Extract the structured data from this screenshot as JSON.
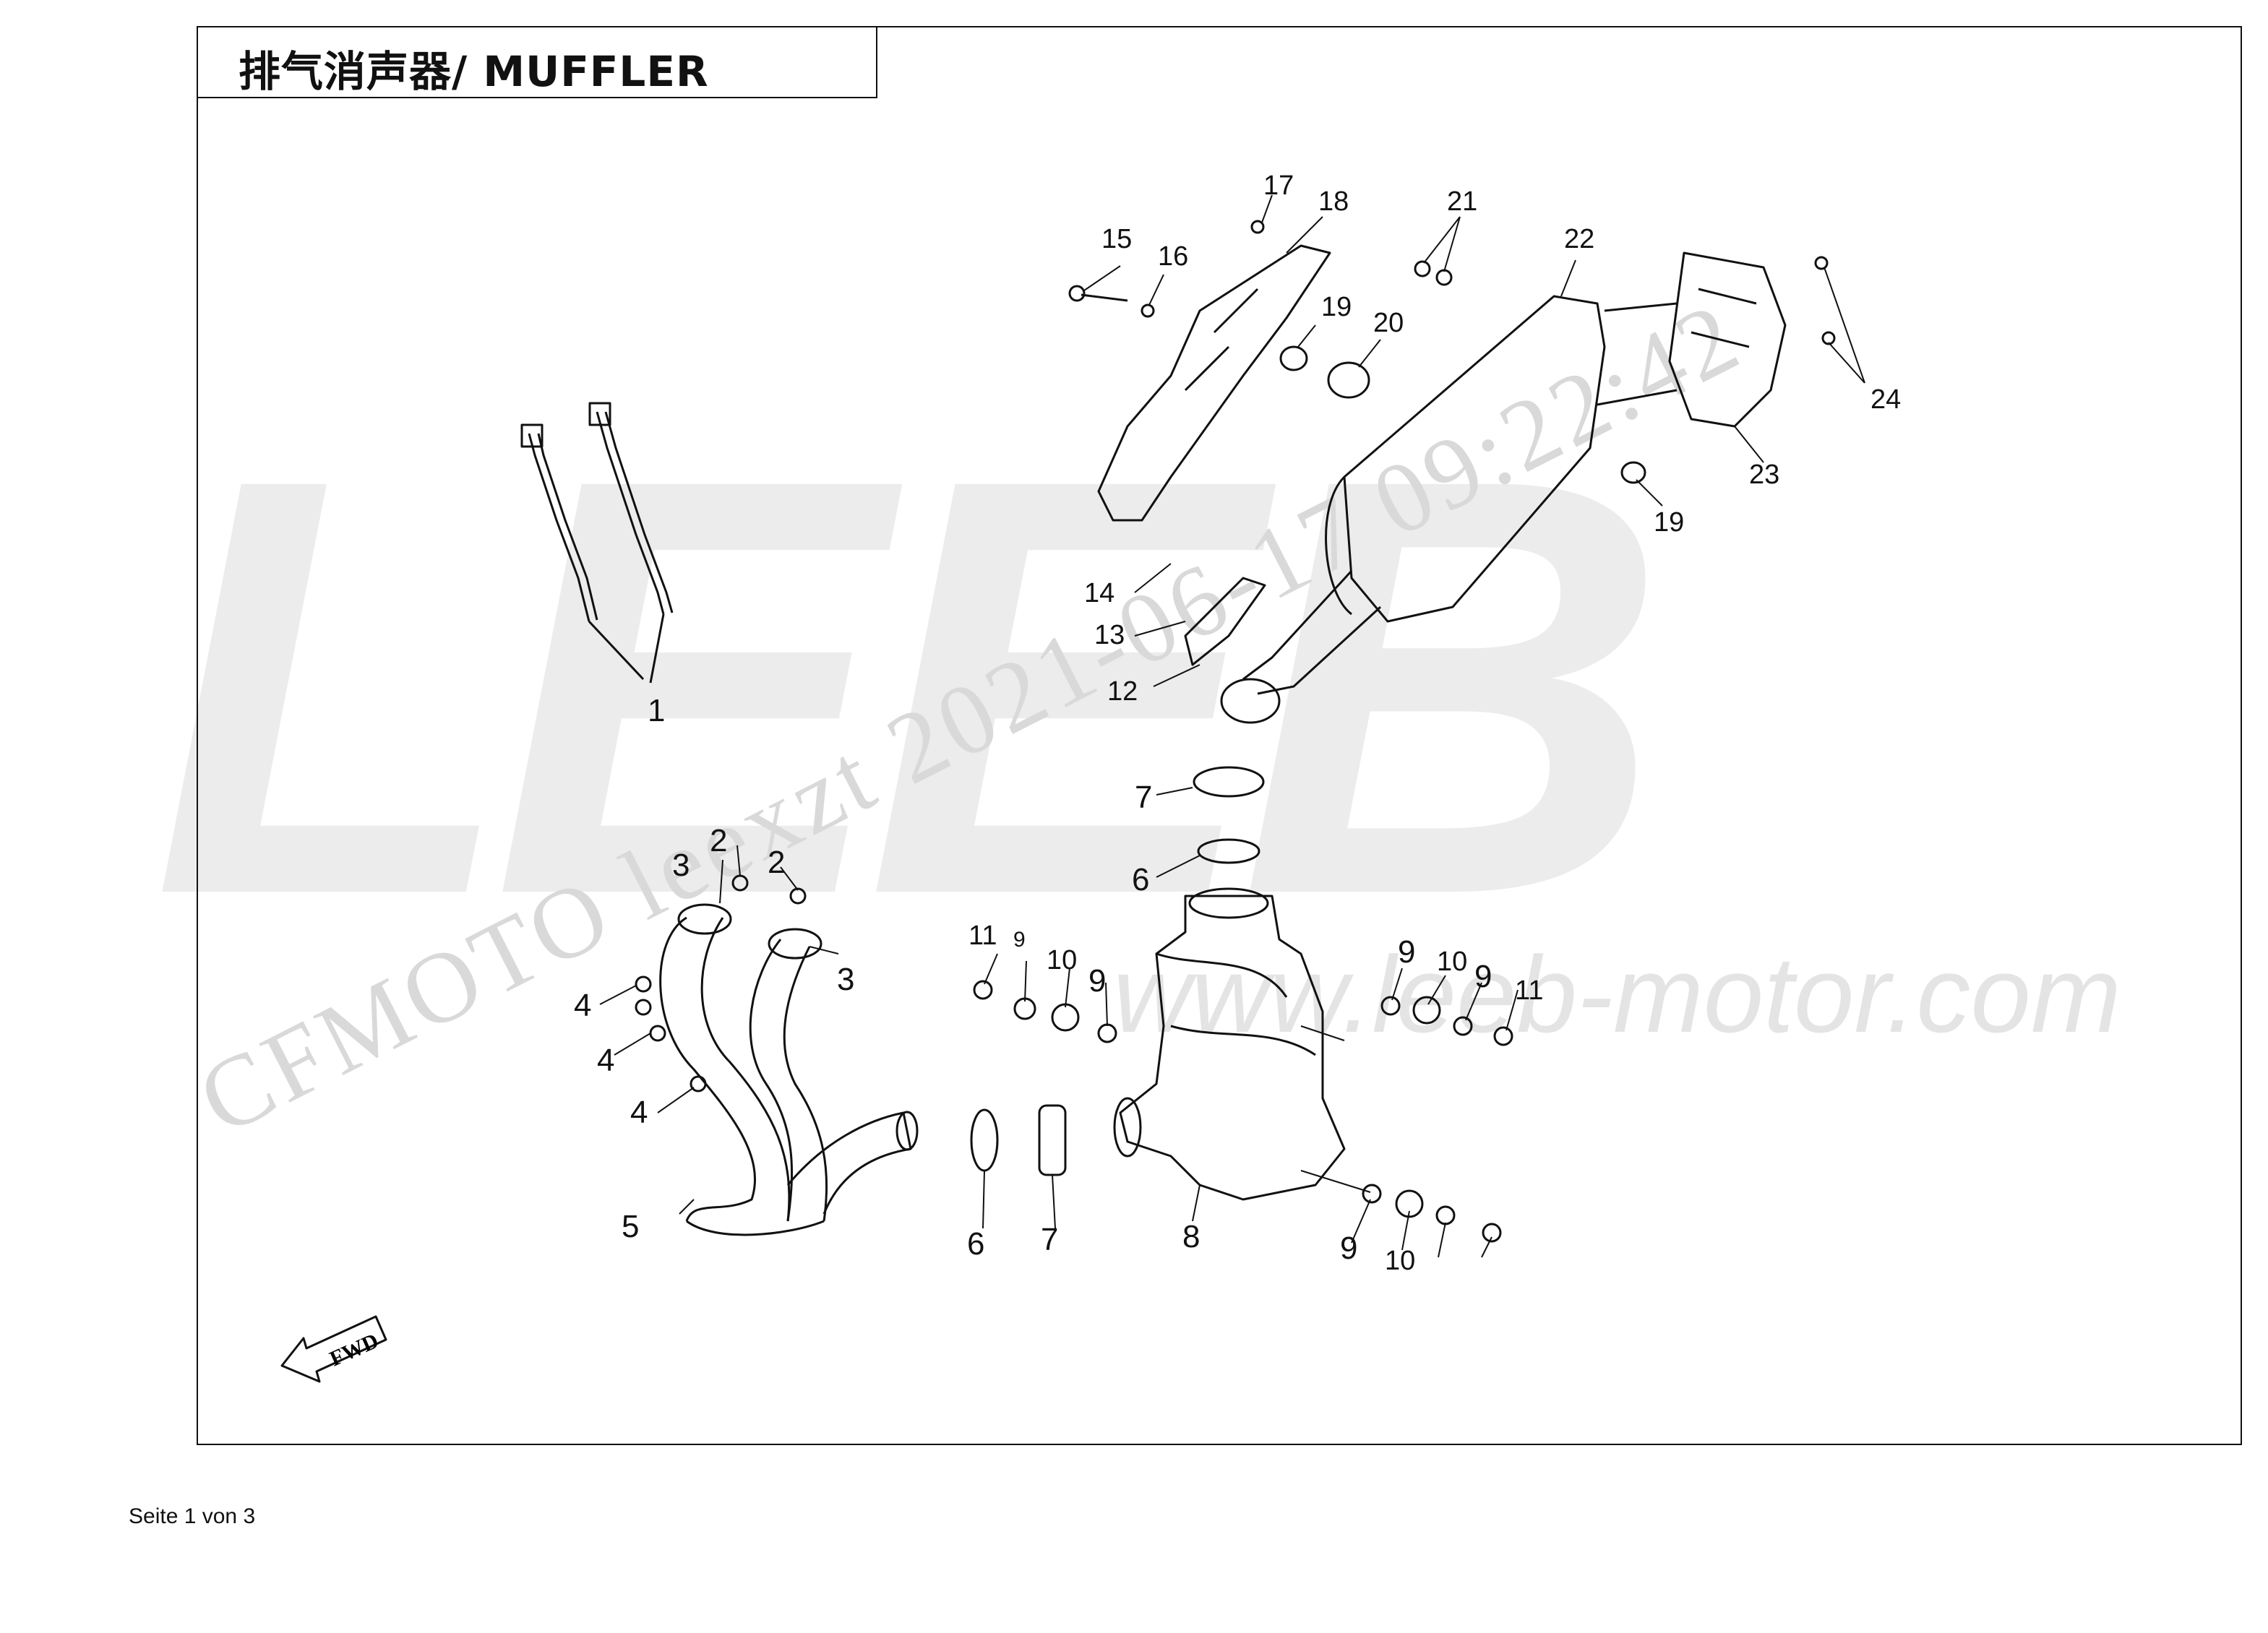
{
  "title": "排气消声器/ MUFFLER",
  "footer": "Seite 1 von 3",
  "watermarks": {
    "brand": "LEEB",
    "url": "www.leeb-motor.com",
    "stamp": "CFMOTO leexzt 2021-06-17 09:22:42"
  },
  "fwd_label": "FWD",
  "callouts": [
    "1",
    "2",
    "2",
    "3",
    "3",
    "4",
    "4",
    "4",
    "5",
    "6",
    "6",
    "7",
    "7",
    "8",
    "9",
    "9",
    "9",
    "9",
    "9",
    "10",
    "10",
    "10",
    "11",
    "11",
    "12",
    "13",
    "14",
    "15",
    "16",
    "17",
    "18",
    "19",
    "19",
    "20",
    "21",
    "22",
    "23",
    "24"
  ]
}
